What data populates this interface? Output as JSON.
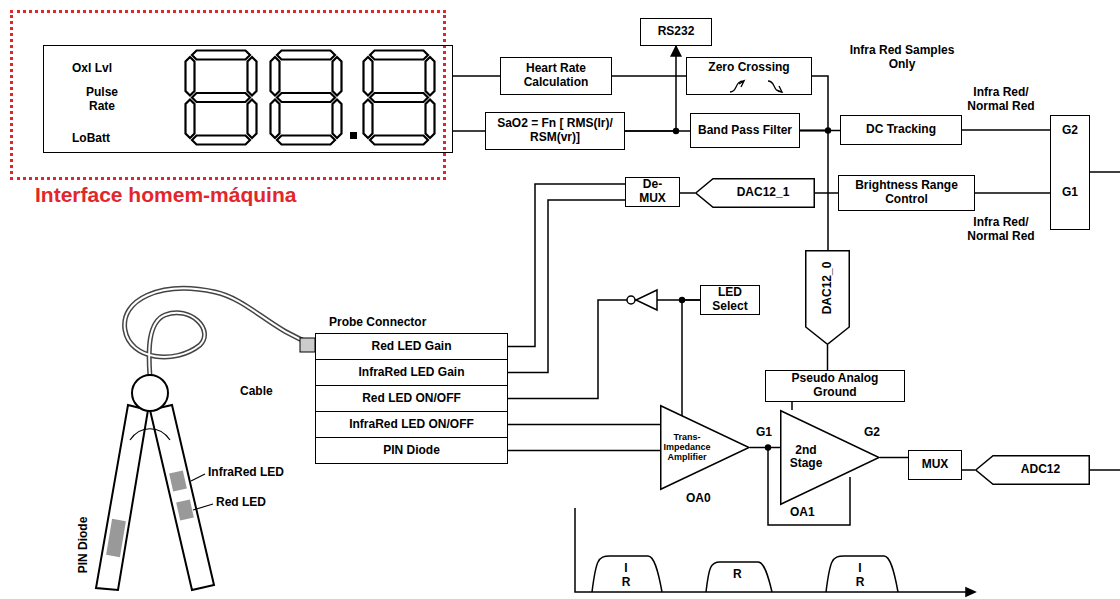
{
  "diagram": {
    "nodes": [
      {
        "text": [
          "Interface homem-máquina"
        ]
      },
      {
        "text": [
          "Oxl Lvl",
          "Pulse Rate",
          "LoBatt"
        ],
        "in": 0
      },
      {
        "text": [
          "RS232"
        ]
      },
      {
        "text": [
          "Heart Rate Calculation"
        ]
      },
      {
        "text": [
          "Zero Crossing"
        ]
      },
      {
        "text": [
          "SaO2 = Fn [ RMS(Ir)/ RSM(vr)]"
        ]
      },
      {
        "text": [
          "Band Pass Filter"
        ]
      },
      {
        "text": [
          "DC Tracking"
        ]
      },
      {
        "text": [
          "G2",
          "G1"
        ]
      },
      {
        "text": [
          "De- MUX"
        ]
      },
      {
        "text": [
          "DAC12_1"
        ]
      },
      {
        "text": [
          "Brightness Range Control"
        ]
      },
      {
        "text": [
          "LED Select"
        ]
      },
      {
        "text": [
          "DAC12_0"
        ]
      },
      {
        "text": [
          "Pseudo Analog Ground"
        ]
      },
      {
        "text": [
          "Probe Connector"
        ]
      },
      {
        "text": [
          "Red LED Gain"
        ],
        "in": 15
      },
      {
        "text": [
          "InfraRed LED Gain"
        ],
        "in": 15
      },
      {
        "text": [
          "Red LED ON/OFF"
        ],
        "in": 15
      },
      {
        "text": [
          "InfraRed LED ON/OFF"
        ],
        "in": 15
      },
      {
        "text": [
          "PIN Diode"
        ],
        "in": 15
      },
      {
        "text": [
          "Trans- Impedance Amplifier",
          "OA0"
        ]
      },
      {
        "text": [
          "2nd Stage",
          "OA1"
        ]
      },
      {
        "text": [
          "MUX"
        ]
      },
      {
        "text": [
          "ADC12"
        ]
      }
    ],
    "edges": [
      {
        "from": 1,
        "to": 3,
        "arrow": "none"
      },
      {
        "from": 1,
        "to": 5,
        "arrow": "none"
      },
      {
        "from": 4,
        "to": 3,
        "arrow": "none"
      },
      {
        "from": 5,
        "to": 6,
        "arrow": "none"
      },
      {
        "from": 5,
        "to": 2,
        "arrow": "to"
      },
      {
        "from": 6,
        "to": 7,
        "arrow": "none"
      },
      {
        "from": 6,
        "to": 4,
        "arrow": "none"
      },
      {
        "from": 6,
        "to": 13,
        "arrow": "none"
      },
      {
        "from": 7,
        "to": 8,
        "arrow": "none"
      },
      {
        "from": 11,
        "to": 8,
        "arrow": "none"
      },
      {
        "from": 11,
        "to": 10,
        "arrow": "none"
      },
      {
        "from": 10,
        "to": 9,
        "arrow": "none"
      },
      {
        "from": 9,
        "to": 16,
        "arrow": "none"
      },
      {
        "from": 9,
        "to": 17,
        "arrow": "none"
      },
      {
        "from": 12,
        "to": 18,
        "arrow": "none"
      },
      {
        "from": 12,
        "to": 19,
        "arrow": "none"
      },
      {
        "from": 20,
        "to": 21,
        "arrow": "none"
      },
      {
        "from": 21,
        "to": 22,
        "arrow": "none"
      },
      {
        "from": 14,
        "to": 22,
        "arrow": "none"
      },
      {
        "from": 22,
        "to": 23,
        "arrow": "none"
      },
      {
        "from": 24,
        "to": 23,
        "arrow": "none"
      },
      {
        "from": 13,
        "to": 14,
        "arrow": "none"
      }
    ],
    "labels": [
      "Infra Red Samples Only",
      "Infra Red/ Normal Red",
      "Infra Red/ Normal Red",
      "G1",
      "G2",
      "Cable",
      "PIN Diode",
      "InfraRed LED",
      "Red LED",
      "I R",
      "R",
      "I R"
    ]
  }
}
